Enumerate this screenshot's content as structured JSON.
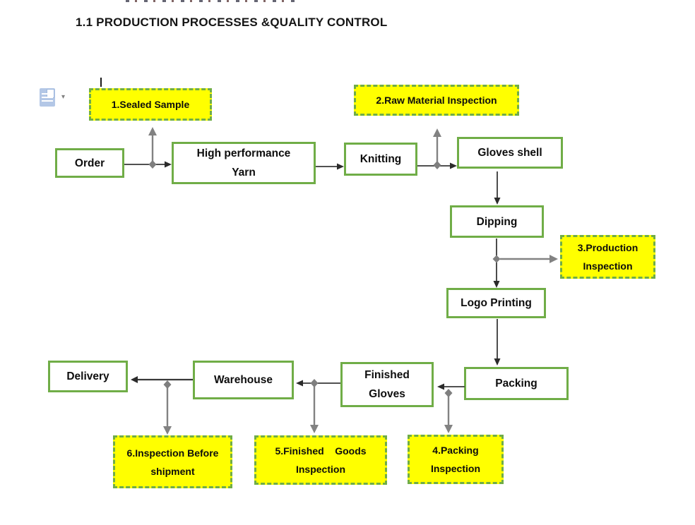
{
  "title": {
    "text": "1.1 PRODUCTION PROCESSES &QUALITY CONTROL"
  },
  "icons": {
    "paste_options": {
      "name": "paste-options-clipboard-icon"
    },
    "paste_dropdown": {
      "name": "chevron-down-icon",
      "glyph": "▾"
    }
  },
  "colors": {
    "process_border_green": "#70ad47",
    "inspection_fill_yellow": "#ffff00",
    "arrow_dark": "#383838",
    "arrow_gray": "#828282",
    "caret_blue": "#2222cc",
    "paste_icon_blue": "#b3c7e6"
  },
  "flowchart": {
    "boxes": [
      {
        "id": "order",
        "type": "process",
        "label": "Order"
      },
      {
        "id": "yarn",
        "type": "process",
        "label": "High performance\nYarn"
      },
      {
        "id": "knitting",
        "type": "process",
        "label": "Knitting"
      },
      {
        "id": "gloves_shell",
        "type": "process",
        "label": "Gloves shell"
      },
      {
        "id": "dipping",
        "type": "process",
        "label": "Dipping"
      },
      {
        "id": "logo_printing",
        "type": "process",
        "label": "Logo Printing"
      },
      {
        "id": "packing",
        "type": "process",
        "label": "Packing"
      },
      {
        "id": "finished_gloves",
        "type": "process",
        "label": "Finished\nGloves"
      },
      {
        "id": "warehouse",
        "type": "process",
        "label": "Warehouse"
      },
      {
        "id": "delivery",
        "type": "process",
        "label": "Delivery"
      },
      {
        "id": "sealed_sample",
        "type": "inspection",
        "label": "1.Sealed Sample"
      },
      {
        "id": "raw_material_inspection",
        "type": "inspection",
        "label": "2.Raw Material Inspection"
      },
      {
        "id": "production_inspection",
        "type": "inspection",
        "label": "3.Production\nInspection"
      },
      {
        "id": "packing_inspection",
        "type": "inspection",
        "label": "4.Packing\nInspection"
      },
      {
        "id": "finished_goods_inspection",
        "type": "inspection",
        "label": "5.Finished    Goods\nInspection"
      },
      {
        "id": "inspection_before_shipment",
        "type": "inspection",
        "label": "6.Inspection Before\nshipment"
      }
    ]
  }
}
